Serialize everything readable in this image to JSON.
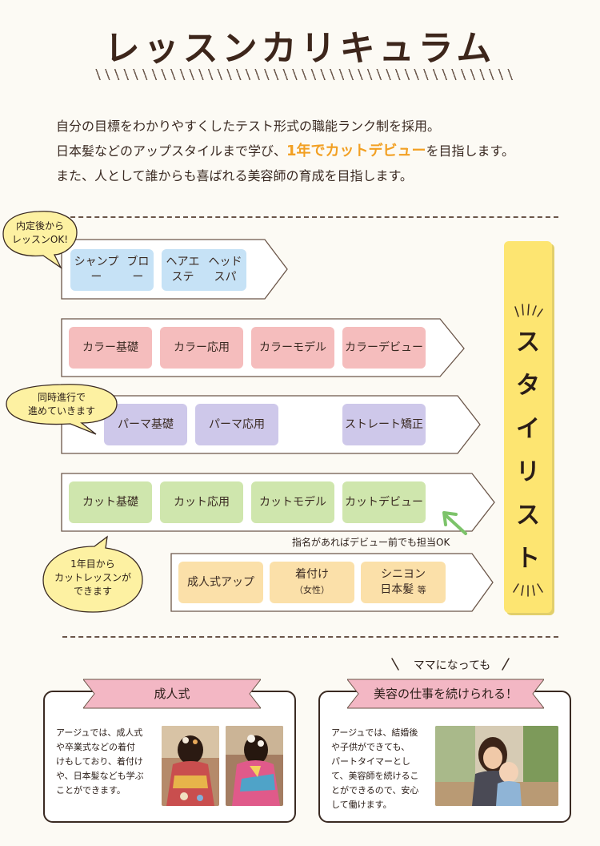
{
  "title": "レッスンカリキュラム",
  "intro": {
    "line1": "自分の目標をわかりやすくしたテスト形式の職能ランク制を採用。",
    "line2_pre": "日本髪などのアップスタイルまで学び、",
    "line2_highlight": "1年でカットデビュー",
    "line2_post": "を目指します。",
    "line3": "また、人として誰からも喜ばれる美容師の育成を目指します。"
  },
  "bubbles": {
    "naitei": [
      "内定後から",
      "レッスンOK!"
    ],
    "douji": [
      "同時進行で",
      "進めていきます"
    ],
    "ichinen": [
      "1年目から",
      "カットレッスンが",
      "できます"
    ]
  },
  "rows": {
    "shampoo": [
      [
        "シャンプー",
        "ブロー"
      ],
      [
        "ヘアエステ",
        "ヘッドスパ"
      ]
    ],
    "color": [
      [
        "カラー基礎"
      ],
      [
        "カラー応用"
      ],
      [
        "カラーモデル"
      ],
      [
        "カラー",
        "デビュー"
      ]
    ],
    "perm": [
      [
        "パーマ基礎"
      ],
      [
        "パーマ応用"
      ],
      [
        "ストレート",
        "矯正"
      ]
    ],
    "cut": [
      [
        "カット基礎"
      ],
      [
        "カット応用"
      ],
      [
        "カットモデル"
      ],
      [
        "カット",
        "デビュー"
      ]
    ],
    "kimono": {
      "seijin": "成人式アップ",
      "kitsuke": "着付け",
      "kitsuke_sub": "（女性）",
      "shinion1": "シニヨン",
      "shinion2": "日本髪",
      "shinion2_suffix": "等"
    }
  },
  "cut_note": "指名があればデビュー前でも担当OK",
  "stylist": [
    "ス",
    "タ",
    "イ",
    "リ",
    "ス",
    "ト"
  ],
  "cards": {
    "seijin": {
      "ribbon": "成人式",
      "text": [
        "アージュでは、成人式",
        "や卒業式などの着付",
        "けもしており、着付け",
        "や、日本髪なども学ぶ",
        "ことができます。"
      ]
    },
    "mama": {
      "label": "ママになっても",
      "ribbon": "美容の仕事を続けられる！",
      "text": [
        "アージュでは、結婚後",
        "や子供ができても、",
        "パートタイマーとし",
        "て、美容師を続けるこ",
        "とができるので、安心",
        "して働けます。"
      ]
    }
  },
  "colors": {
    "title": "#3d261b",
    "highlight": "#f2a023",
    "stylist": "#fde571",
    "ribbon": "#f3b7c4",
    "bubble": "#fdf1a2"
  }
}
